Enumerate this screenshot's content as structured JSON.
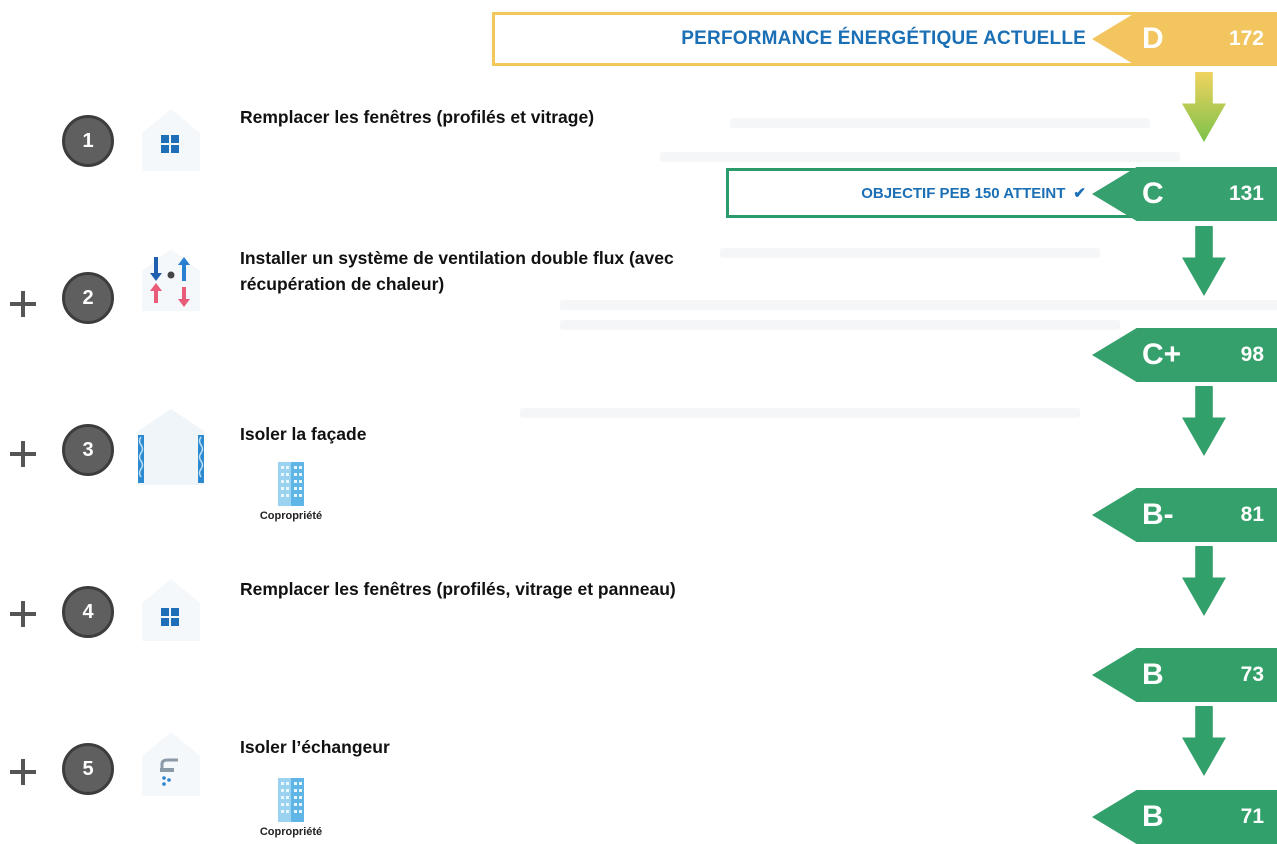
{
  "header": {
    "current_label": "PERFORMANCE ÉNERGÉTIQUE ACTUELLE",
    "target_label": "OBJECTIF PEB 150 ATTEINT",
    "check_symbol": "✔"
  },
  "labels": [
    {
      "class": "D",
      "value": "172",
      "color": "#f3c55f"
    },
    {
      "class": "C",
      "value": "131",
      "color": "#37a06f"
    },
    {
      "class": "C+",
      "value": "98",
      "color": "#35a06c"
    },
    {
      "class": "B-",
      "value": "81",
      "color": "#34a06b"
    },
    {
      "class": "B",
      "value": "73",
      "color": "#33a06a"
    },
    {
      "class": "B",
      "value": "71",
      "color": "#32a06a"
    }
  ],
  "steps": [
    {
      "number": "1",
      "title": "Remplacer les fenêtres (profilés et vitrage)",
      "icon": "window-icon",
      "copropriete": ""
    },
    {
      "number": "2",
      "title_line1": "Installer un système de ventilation double flux (avec",
      "title_line2": "récupération de chaleur)",
      "icon": "ventilation-icon",
      "copropriete": ""
    },
    {
      "number": "3",
      "title": "Isoler la façade",
      "icon": "facade-insulation-icon",
      "copropriete": "Copropriété"
    },
    {
      "number": "4",
      "title": "Remplacer les fenêtres (profilés, vitrage et panneau)",
      "icon": "window-icon",
      "copropriete": ""
    },
    {
      "number": "5",
      "title": "Isoler l’échangeur",
      "icon": "shower-heater-icon",
      "copropriete": "Copropriété"
    }
  ]
}
